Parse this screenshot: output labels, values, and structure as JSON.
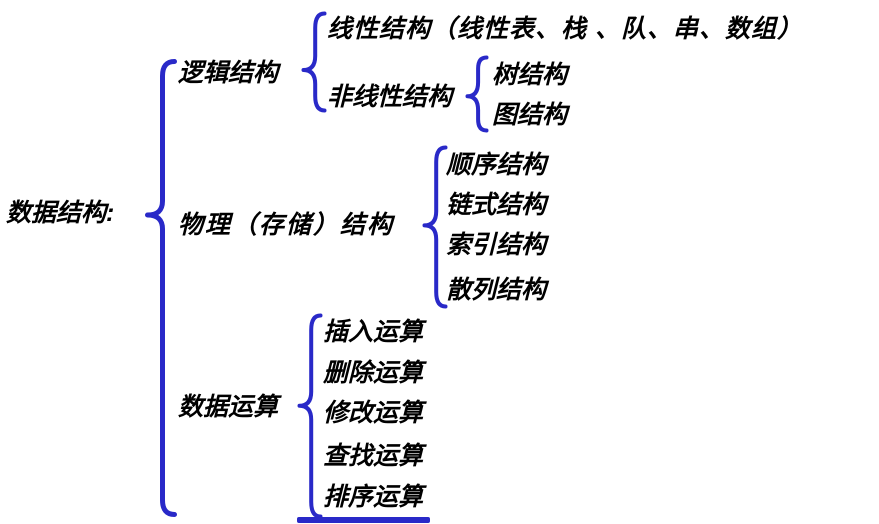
{
  "diagram": {
    "root": "数据结构:",
    "level1": {
      "logical": "逻辑结构",
      "physical": "物理（存储）结构",
      "operations": "数据运算"
    },
    "logical_children": {
      "linear": "线性结构（线性表、栈 、队、串、数组）",
      "nonlinear": "非线性结构"
    },
    "nonlinear_children": {
      "tree": "树结构",
      "graph": "图结构"
    },
    "physical_children": {
      "sequential": "顺序结构",
      "linked": "链式结构",
      "index": "索引结构",
      "hash": "散列结构"
    },
    "operations_children": {
      "insert": "插入运算",
      "delete": "删除运算",
      "modify": "修改运算",
      "search": "查找运算",
      "sort": "排序运算"
    }
  },
  "colors": {
    "brace": "#2929c8",
    "text": "#000000",
    "background": "#ffffff"
  }
}
